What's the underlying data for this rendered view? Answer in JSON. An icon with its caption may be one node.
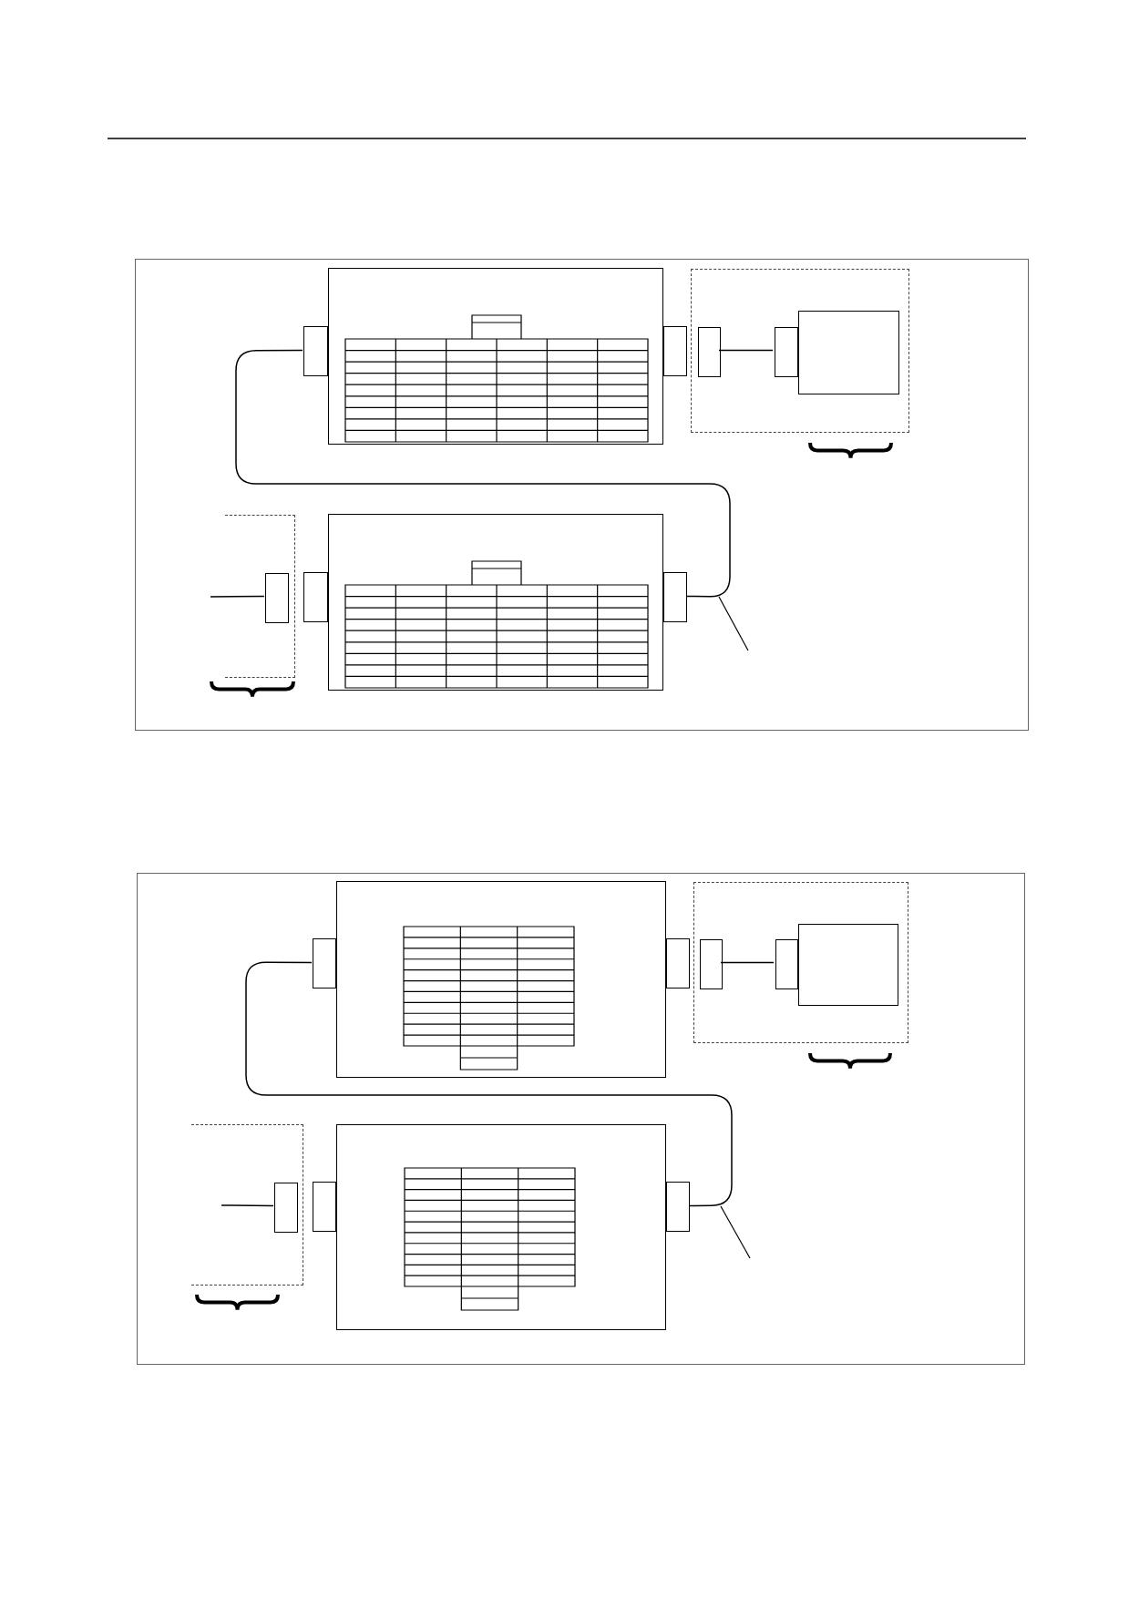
{
  "diagram": {
    "nodes": [
      {
        "text": [],
        "shape": "box"
      },
      {
        "text": [],
        "shape": "box",
        "in": 0
      },
      {
        "text": [],
        "shape": "box",
        "in": 0
      },
      {
        "text": [],
        "shape": "box",
        "in": 0
      },
      {
        "text": [],
        "shape": "box",
        "in": 0
      },
      {
        "text": [],
        "shape": "box",
        "in": 4
      },
      {
        "text": [],
        "shape": "box",
        "in": 4
      },
      {
        "text": [],
        "shape": "box",
        "in": 4
      },
      {
        "text": [],
        "shape": "box",
        "in": 0
      },
      {
        "text": [],
        "shape": "box",
        "in": 8
      },
      {
        "text": [],
        "shape": "box",
        "in": 0
      },
      {
        "text": [],
        "shape": "box",
        "in": 0
      },
      {
        "text": [],
        "shape": "box",
        "in": 0
      },
      {
        "text": [],
        "shape": "box"
      },
      {
        "text": [],
        "shape": "box",
        "in": 13
      },
      {
        "text": [],
        "shape": "box",
        "in": 13
      },
      {
        "text": [],
        "shape": "box",
        "in": 13
      },
      {
        "text": [],
        "shape": "box",
        "in": 13
      },
      {
        "text": [],
        "shape": "box",
        "in": 17
      },
      {
        "text": [],
        "shape": "box",
        "in": 17
      },
      {
        "text": [],
        "shape": "box",
        "in": 17
      },
      {
        "text": [],
        "shape": "box",
        "in": 13
      },
      {
        "text": [],
        "shape": "box",
        "in": 21
      },
      {
        "text": [],
        "shape": "box",
        "in": 13
      },
      {
        "text": [],
        "shape": "box",
        "in": 13
      },
      {
        "text": [],
        "shape": "box",
        "in": 13
      }
    ],
    "edges": [
      {
        "from": 2,
        "to": 12,
        "arrow": "none"
      },
      {
        "from": 5,
        "to": 6,
        "arrow": "none"
      },
      {
        "from": null,
        "to": 9,
        "arrow": "none"
      },
      {
        "from": 15,
        "to": 25,
        "arrow": "none"
      },
      {
        "from": 18,
        "to": 19,
        "arrow": "none"
      },
      {
        "from": null,
        "to": 22,
        "arrow": "none"
      }
    ]
  }
}
